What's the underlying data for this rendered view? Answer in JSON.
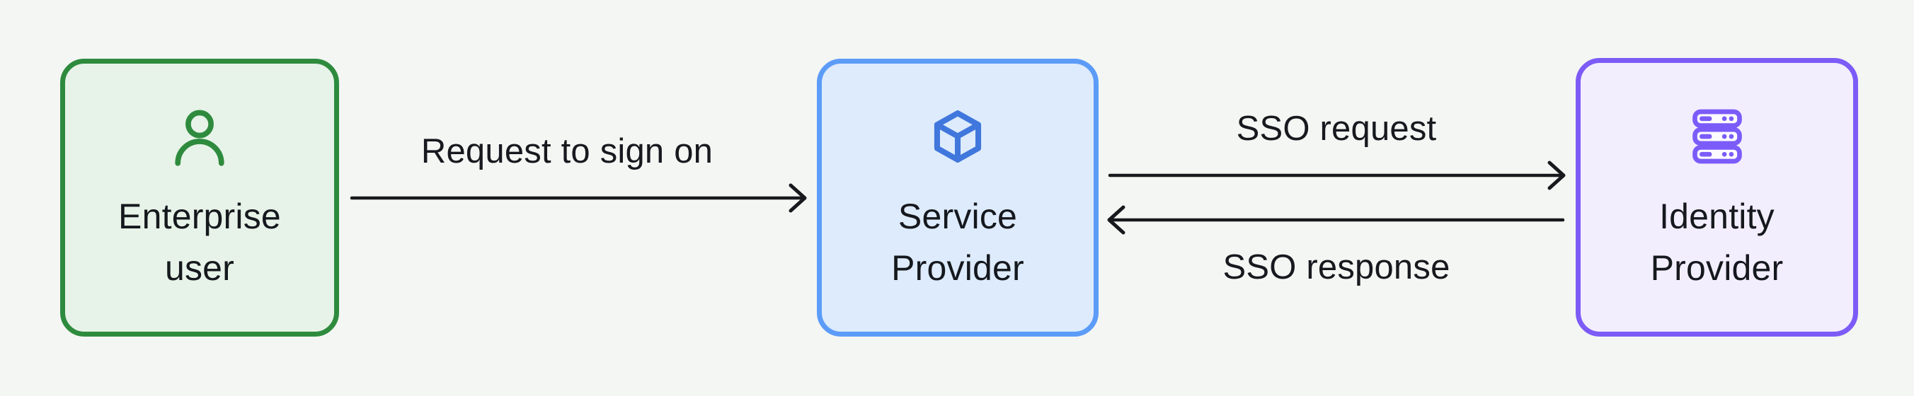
{
  "diagram": {
    "title": "SSO flow diagram",
    "background_color": "#f4f6f3",
    "text_color": "#15181d",
    "arrow_color": "#17191c",
    "nodes": [
      {
        "id": "enterprise-user",
        "lines": [
          "Enterprise",
          "user"
        ],
        "icon": "user-icon",
        "border_color": "#2e8b3e",
        "fill_color": "#e7f3e8",
        "icon_color": "#2e8b3e"
      },
      {
        "id": "service-provider",
        "lines": [
          "Service",
          "Provider"
        ],
        "icon": "cube-icon",
        "border_color": "#5c9cf8",
        "fill_color": "#ddebfc",
        "icon_color": "#4077dd"
      },
      {
        "id": "identity-provider",
        "lines": [
          "Identity",
          "Provider"
        ],
        "icon": "server-icon",
        "border_color": "#7c5bf6",
        "fill_color": "#f3eefe",
        "icon_color": "#7b5cf9"
      }
    ],
    "arrows": [
      {
        "label": "Request to sign on",
        "from": "enterprise-user",
        "to": "service-provider",
        "direction": "right",
        "label_position": "above"
      },
      {
        "label": "SSO request",
        "from": "service-provider",
        "to": "identity-provider",
        "direction": "right",
        "label_position": "above"
      },
      {
        "label": "SSO response",
        "from": "identity-provider",
        "to": "service-provider",
        "direction": "left",
        "label_position": "below"
      }
    ]
  }
}
